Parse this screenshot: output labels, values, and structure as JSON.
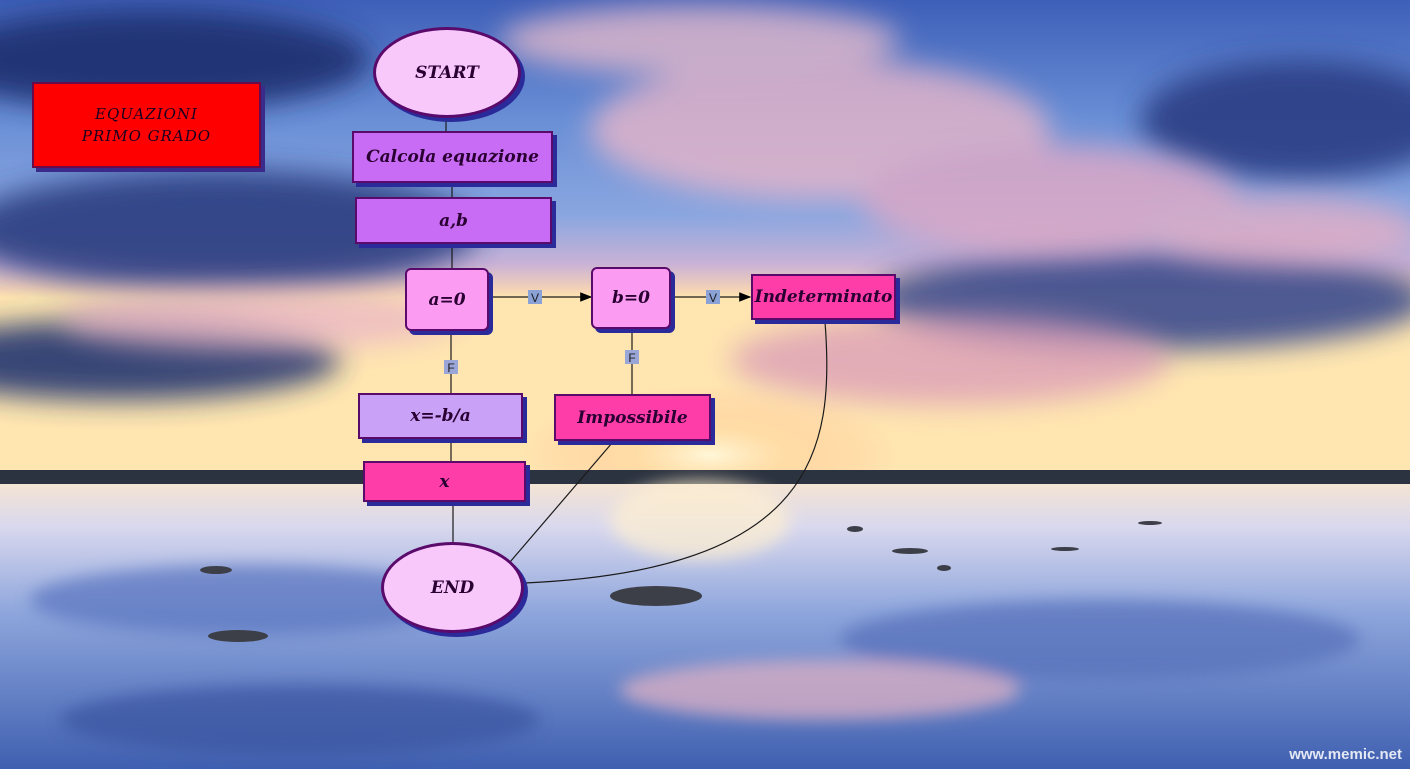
{
  "title": {
    "line1": "EQUAZIONI",
    "line2": "PRIMO GRADO"
  },
  "nodes": {
    "start": "START",
    "calcola": "Calcola equazione",
    "input": "a,b",
    "cond_a": "a=0",
    "cond_b": "b=0",
    "indeterminato": "Indeterminato",
    "formula": "x=-b/a",
    "output": "x",
    "impossibile": "Impossibile",
    "end": "END"
  },
  "edge_labels": {
    "a_true": "V",
    "b_true": "V",
    "a_false": "F",
    "b_false": "F"
  },
  "watermark": "www.memic.net",
  "colors": {
    "ellipse_fill": "#f8c8fb",
    "process_violet": "#c86bf5",
    "process_lavender": "#c9a2f7",
    "process_pink": "#ff3da9",
    "decision_fill": "#fb9cf2",
    "title_fill": "#ff0000",
    "shadow": "#2a2a9a"
  }
}
